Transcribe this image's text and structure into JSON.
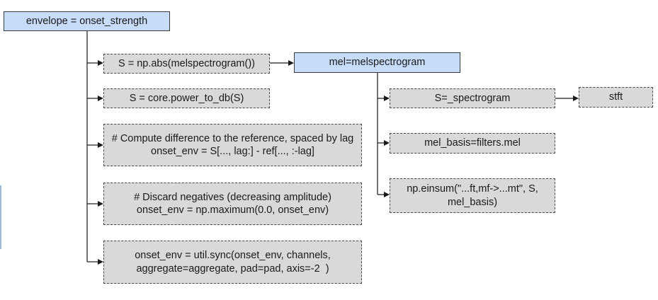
{
  "root": {
    "label": "envelope = onset_strength"
  },
  "steps": [
    {
      "lines": [
        "S = np.abs(melspectrogram())"
      ]
    },
    {
      "lines": [
        "S = core.power_to_db(S)"
      ]
    },
    {
      "lines": [
        "# Compute difference to the reference, spaced by lag",
        "onset_env = S[..., lag:] - ref[..., :-lag]"
      ]
    },
    {
      "lines": [
        "# Discard negatives (decreasing amplitude)",
        "onset_env = np.maximum(0.0, onset_env)"
      ]
    },
    {
      "lines": [
        "onset_env = util.sync(onset_env, channels,",
        "aggregate=aggregate, pad=pad, axis=-2  )"
      ]
    }
  ],
  "mel": {
    "label": "mel=melspectrogram"
  },
  "mel_steps": [
    {
      "lines": [
        "S=_spectrogram"
      ]
    },
    {
      "lines": [
        "mel_basis=filters.mel"
      ]
    },
    {
      "lines": [
        "np.einsum(\"...ft,mf->...mt\", S,",
        "mel_basis)"
      ]
    }
  ],
  "stft": {
    "label": "stft"
  },
  "colors": {
    "solid_fill": "#c6dcf9",
    "dashed_fill": "#d9d9d9",
    "line": "#1a1a1a"
  }
}
